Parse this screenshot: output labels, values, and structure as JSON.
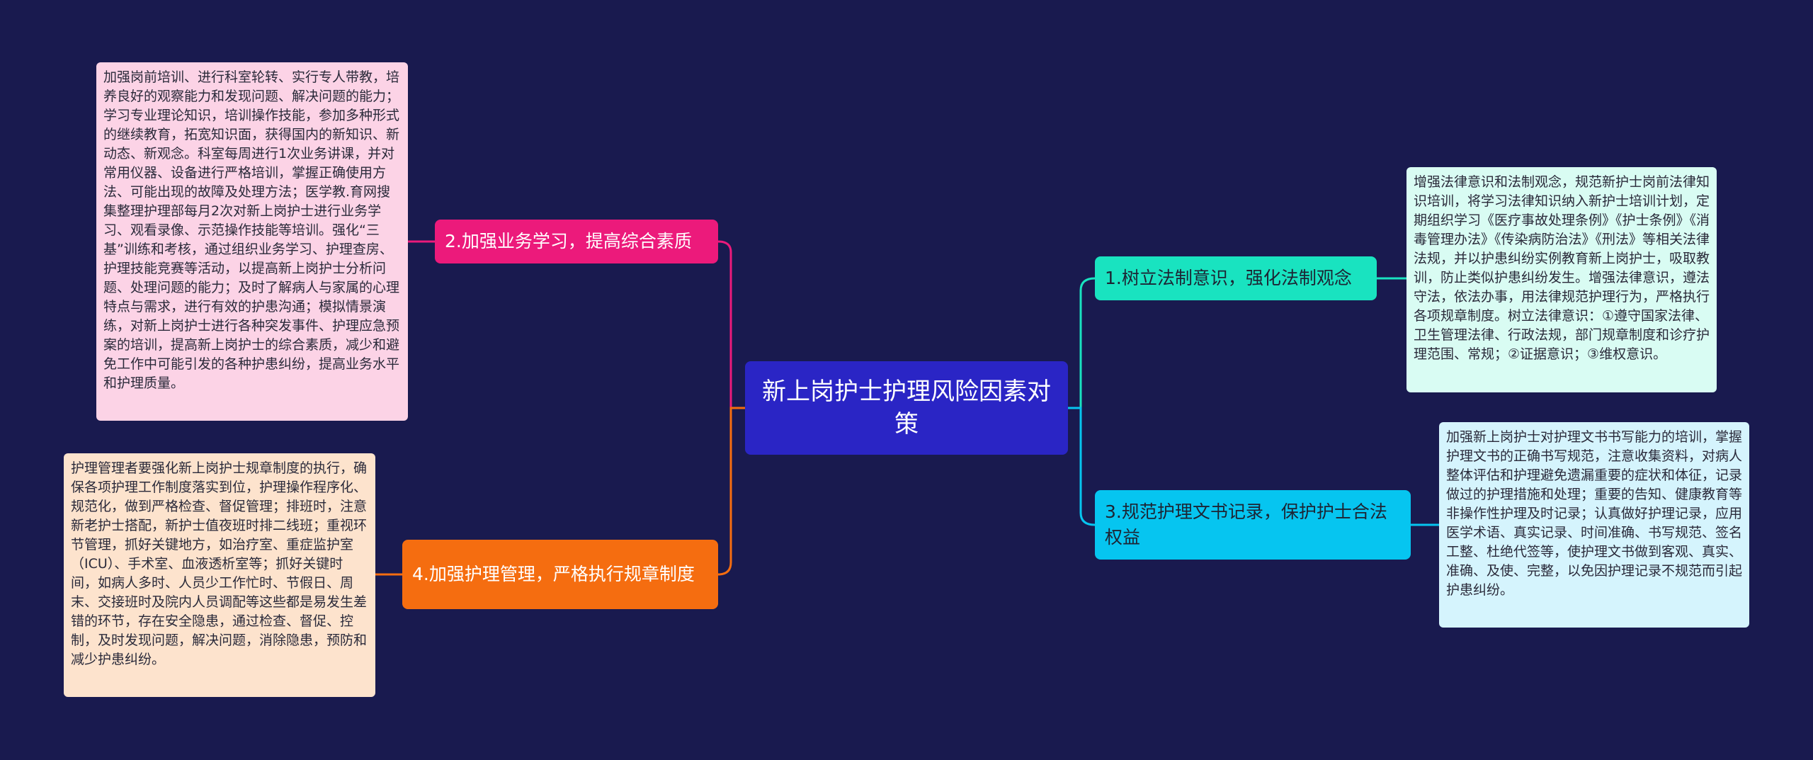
{
  "root": {
    "label": "新上岗护士护理风险因素对策"
  },
  "branches": {
    "b1": {
      "label": "1.树立法制意识，强化法制观念",
      "color": "#19e3c0",
      "leaf": "增强法律意识和法制观念，规范新护士岗前法律知识培训，将学习法律知识纳入新护士培训计划，定期组织学习《医疗事故处理条例》《护士条例》《消毒管理办法》《传染病防治法》《刑法》等相关法律法规，并以护患纠纷实例教育新上岗护士，吸取教训，防止类似护患纠纷发生。增强法律意识，遵法守法，依法办事，用法律规范护理行为，严格执行各项规章制度。树立法律意识：①遵守国家法律、卫生管理法律、行政法规，部门规章制度和诊疗护理范围、常规；②证据意识；③维权意识。"
    },
    "b2": {
      "label": "2.加强业务学习，提高综合素质",
      "color": "#ec1a7b",
      "leaf": "加强岗前培训、进行科室轮转、实行专人带教，培养良好的观察能力和发现问题、解决问题的能力；学习专业理论知识，培训操作技能，参加多种形式的继续教育，拓宽知识面，获得国内的新知识、新动态、新观念。科室每周进行1次业务讲课，并对常用仪器、设备进行严格培训，掌握正确使用方法、可能出现的故障及处理方法；医学教.育网搜集整理护理部每月2次对新上岗护士进行业务学习、观看录像、示范操作技能等培训。强化“三基”训练和考核，通过组织业务学习、护理查房、护理技能竞赛等活动，以提高新上岗护士分析问题、处理问题的能力；及时了解病人与家属的心理特点与需求，进行有效的护患沟通；模拟情景演练，对新上岗护士进行各种突发事件、护理应急预案的培训，提高新上岗护士的综合素质，减少和避免工作中可能引发的各种护患纠纷，提高业务水平和护理质量。"
    },
    "b3": {
      "label": "3.规范护理文书记录，保护护士合法权益",
      "color": "#06c5f0",
      "leaf": "加强新上岗护士对护理文书书写能力的培训，掌握护理文书的正确书写规范，注意收集资料，对病人整体评估和护理避免遗漏重要的症状和体征，记录做过的护理措施和处理；重要的告知、健康教育等非操作性护理及时记录；认真做好护理记录，应用医学术语、真实记录、时间准确、书写规范、签名工整、杜绝代签等，使护理文书做到客观、真实、准确、及使、完整，以免因护理记录不规范而引起护患纠纷。"
    },
    "b4": {
      "label": "4.加强护理管理，严格执行规章制度",
      "color": "#f56d10",
      "leaf": "护理管理者要强化新上岗护士规章制度的执行，确保各项护理工作制度落实到位，护理操作程序化、规范化，做到严格检查、督促管理；排班时，注意新老护士搭配，新护士值夜班时排二线班；重视环节管理，抓好关键地方，如治疗室、重症监护室（ICU）、手术室、血液透析室等；抓好关键时间，如病人多时、人员少工作忙时、节假日、周末、交接班时及院内人员调配等这些都是易发生差错的环节，存在安全隐患，通过检查、督促、控制，及时发现问题，解决问题，消除隐患，预防和减少护患纠纷。"
    }
  }
}
